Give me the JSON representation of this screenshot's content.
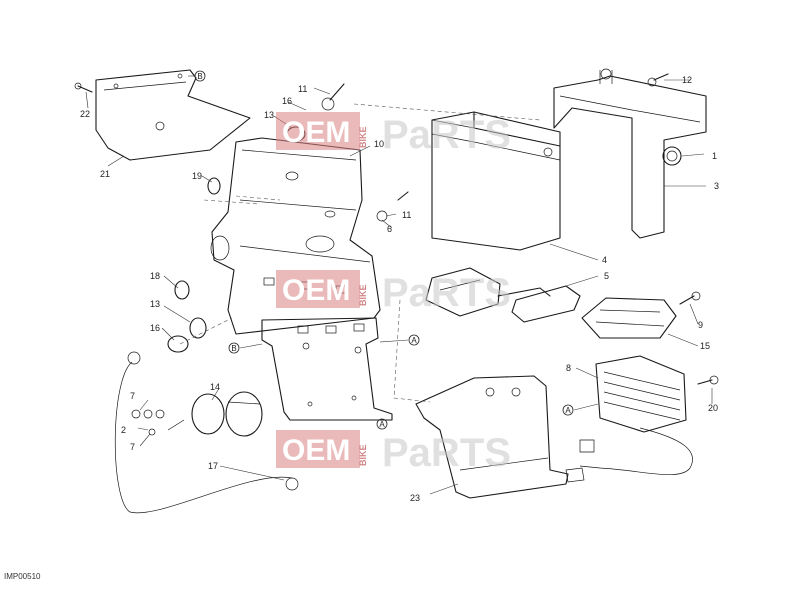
{
  "diagram": {
    "code": "IMP00510",
    "part_numbers": [
      "1",
      "2",
      "3",
      "4",
      "5",
      "6",
      "7",
      "7",
      "8",
      "9",
      "10",
      "11",
      "11",
      "12",
      "13",
      "13",
      "14",
      "15",
      "16",
      "16",
      "17",
      "18",
      "19",
      "20",
      "21",
      "22",
      "23"
    ],
    "refs": [
      "A",
      "A",
      "A",
      "B",
      "B"
    ],
    "watermark": {
      "left": "OEM",
      "mid": "BIKE",
      "right": "PaRTS"
    }
  }
}
